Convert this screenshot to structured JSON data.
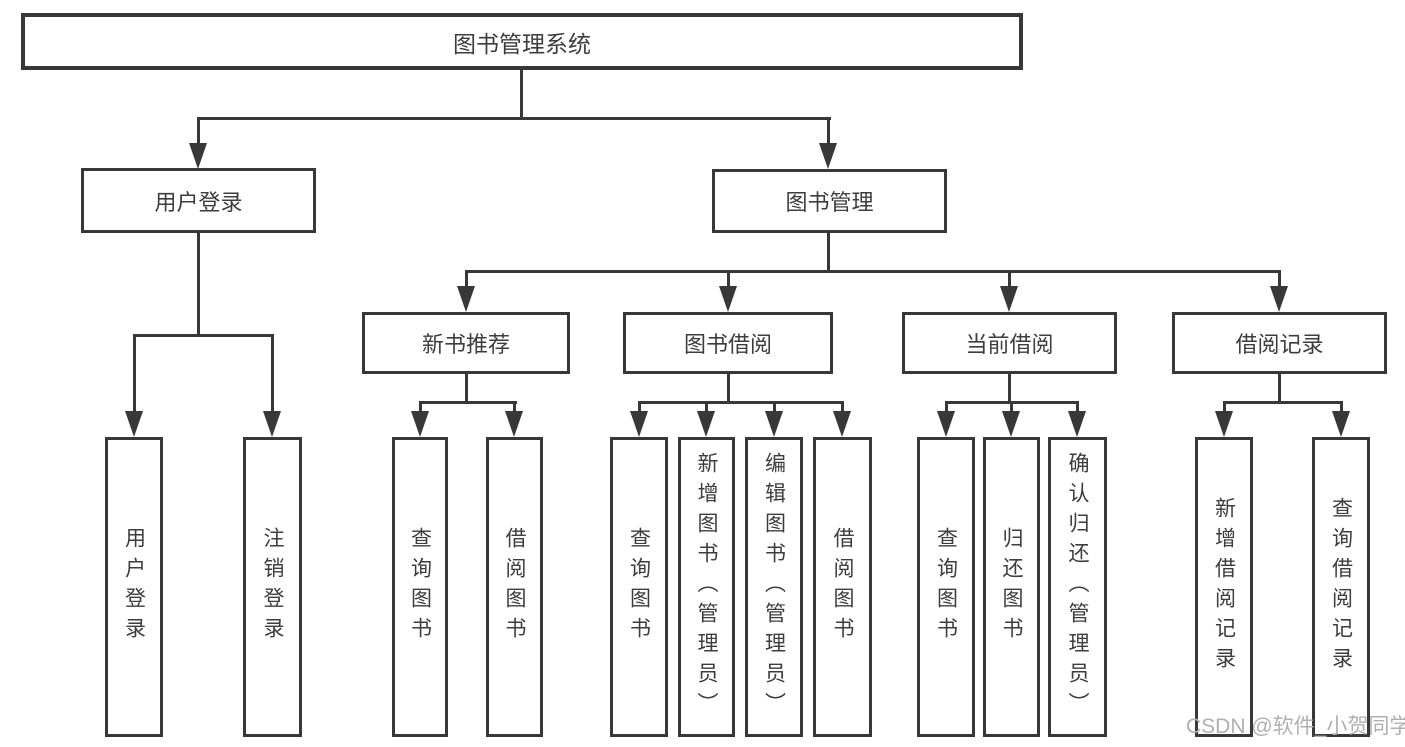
{
  "tree": {
    "root": {
      "label": "图书管理系统"
    },
    "level2": [
      {
        "label": "用户登录"
      },
      {
        "label": "图书管理"
      }
    ],
    "level3": [
      {
        "label": "新书推荐"
      },
      {
        "label": "图书借阅"
      },
      {
        "label": "当前借阅"
      },
      {
        "label": "借阅记录"
      }
    ],
    "leaves": {
      "user_login": [
        {
          "label": "用户登录"
        },
        {
          "label": "注销登录"
        }
      ],
      "new_book": [
        {
          "label": "查询图书"
        },
        {
          "label": "借阅图书"
        }
      ],
      "book_borrow": [
        {
          "label": "查询图书"
        },
        {
          "label": "新增图书（管理员）"
        },
        {
          "label": "编辑图书（管理员）"
        },
        {
          "label": "借阅图书"
        }
      ],
      "current_borrow": [
        {
          "label": "查询图书"
        },
        {
          "label": "归还图书"
        },
        {
          "label": "确认归还（管理员）"
        }
      ],
      "borrow_record": [
        {
          "label": "新增借阅记录"
        },
        {
          "label": "查询借阅记录"
        }
      ]
    }
  },
  "watermark": {
    "text": "CSDN @软件_小贺同学"
  },
  "colors": {
    "line": "#383838",
    "text": "#3d3d3d",
    "watermark": "#b0b0b0",
    "background": "#ffffff"
  }
}
